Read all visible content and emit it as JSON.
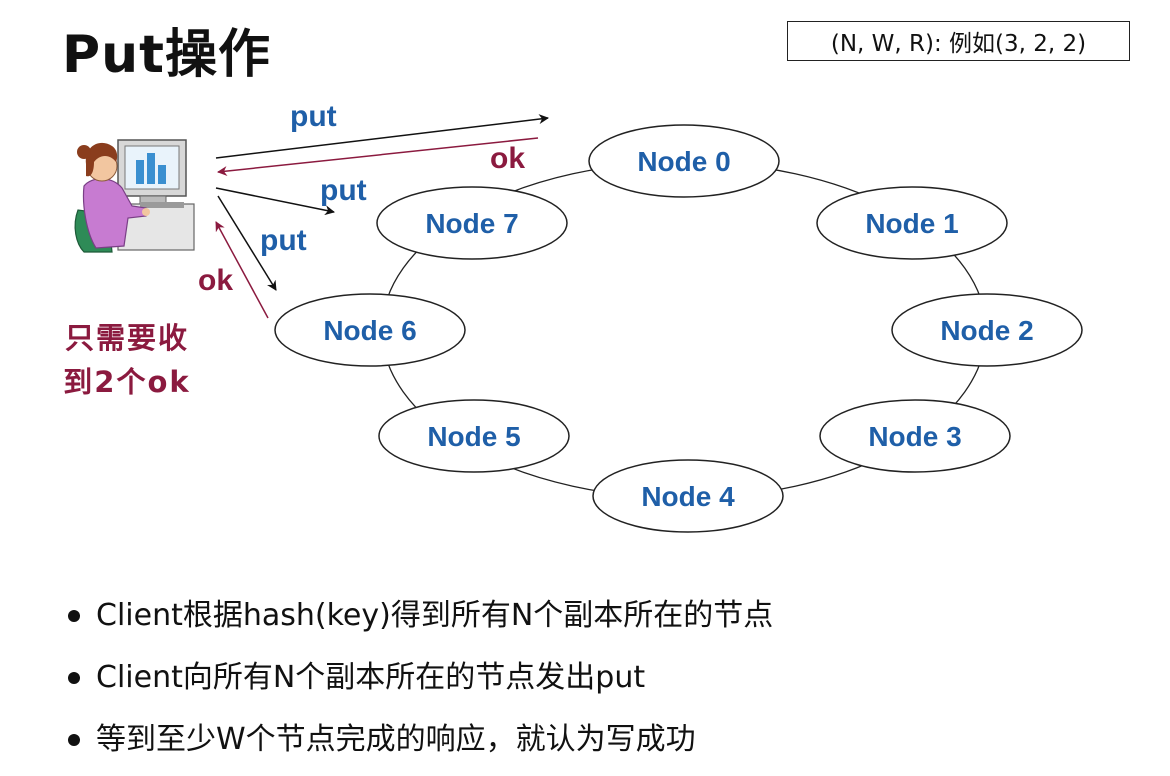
{
  "title": "Put操作",
  "params_box": "(N, W, R): 例如(3, 2, 2)",
  "nodes": [
    "Node 0",
    "Node 1",
    "Node 2",
    "Node 3",
    "Node 4",
    "Node 5",
    "Node 6",
    "Node 7"
  ],
  "arrow_labels": {
    "put_top": "put",
    "ok_top": "ok",
    "put_node7": "put",
    "put_node6": "put",
    "ok_node6": "ok"
  },
  "side_note": [
    "只需要收",
    "到2个ok"
  ],
  "bullets": [
    "Client根据hash(key)得到所有N个副本所在的节点",
    "Client向所有N个副本所在的节点发出put",
    "等到至少W个节点完成的响应，就认为写成功"
  ],
  "colors": {
    "node_text": "#1f5fa8",
    "put_text": "#1f5fa8",
    "ok_text": "#8b1a3f",
    "ok_arrow": "#8b1a3f",
    "put_arrow": "#111111"
  }
}
